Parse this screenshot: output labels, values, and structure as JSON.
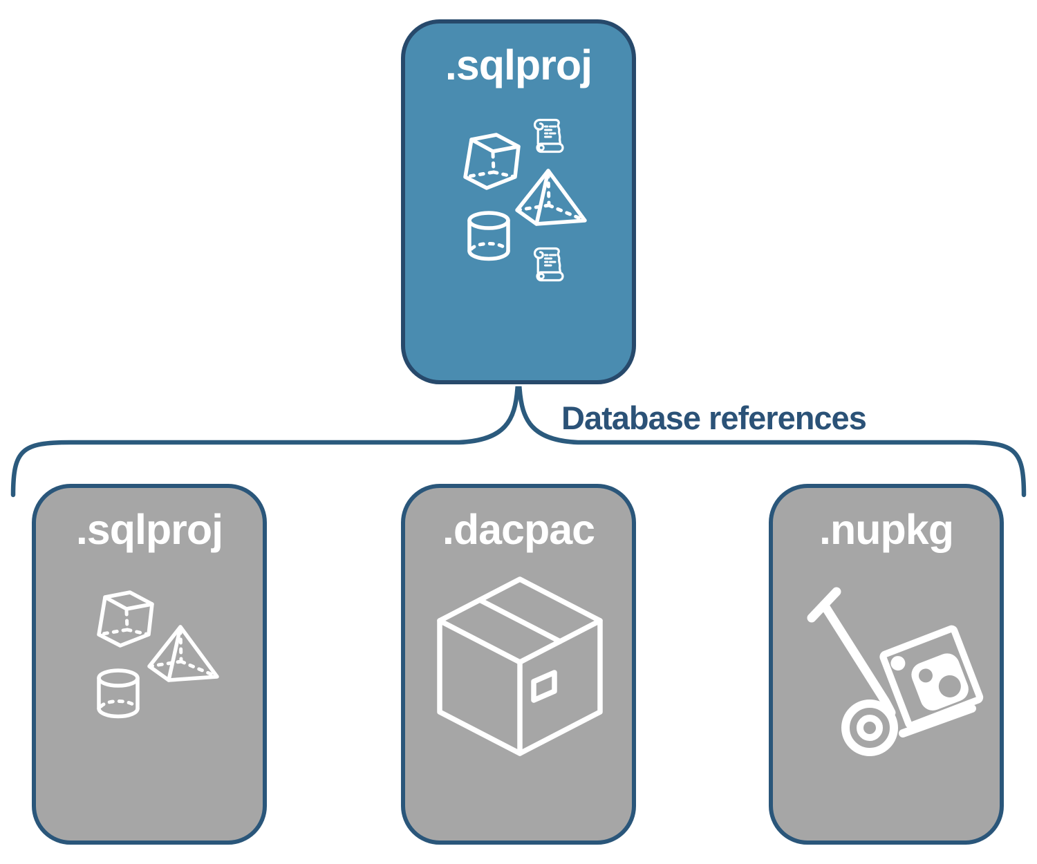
{
  "diagram": {
    "root_node": {
      "label": ".sqlproj",
      "icons": [
        "cube-icon",
        "scroll-icon",
        "pyramid-icon",
        "cylinder-icon",
        "scroll-icon"
      ]
    },
    "connector": {
      "label": "Database references"
    },
    "child_nodes": [
      {
        "label": ".sqlproj",
        "icons": [
          "cube-icon",
          "pyramid-icon",
          "cylinder-icon"
        ]
      },
      {
        "label": ".dacpac",
        "icons": [
          "package-box-icon"
        ]
      },
      {
        "label": ".nupkg",
        "icons": [
          "hand-truck-package-icon"
        ]
      }
    ],
    "colors": {
      "root_fill": "#4a8cb0",
      "root_border": "#27496b",
      "child_fill": "#a6a6a6",
      "child_border": "#2a567a",
      "brace": "#2b5a7d",
      "label_text": "#2b5277",
      "icon": "#ffffff",
      "node_label_text": "#ffffff"
    }
  }
}
